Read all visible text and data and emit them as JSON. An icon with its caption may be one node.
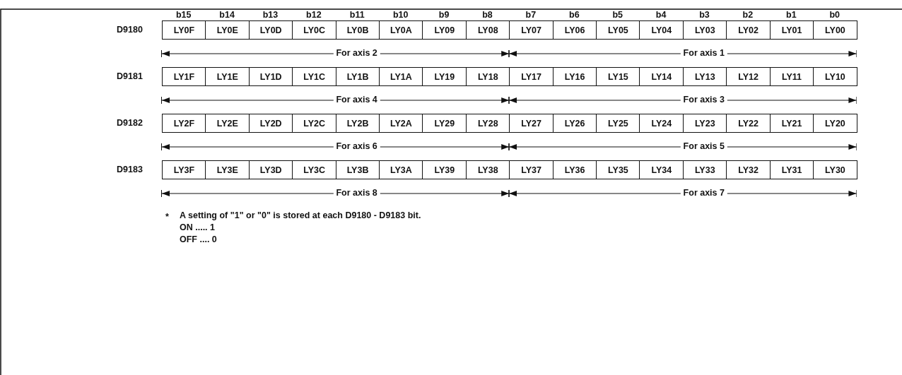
{
  "diagram": {
    "labels": [
      "b15",
      "b14",
      "b13",
      "b12",
      "b11",
      "b10",
      "b9",
      "b8",
      "b7",
      "b6",
      "b5",
      "b4",
      "b3",
      "b2",
      "b1",
      "b0",
      "D9180",
      "LY0F",
      "LY0E",
      "LY0D",
      "LY0C",
      "LY0B",
      "LY0A",
      "LY09",
      "LY08",
      "LY07",
      "LY06",
      "LY05",
      "LY04",
      "LY03",
      "LY02",
      "LY01",
      "LY00",
      "For axis 2",
      "For axis 1",
      "D9181",
      "LY1F",
      "LY1E",
      "LY1D",
      "LY1C",
      "LY1B",
      "LY1A",
      "LY19",
      "LY18",
      "LY17",
      "LY16",
      "LY15",
      "LY14",
      "LY13",
      "LY12",
      "LY11",
      "LY10",
      "For axis 4",
      "For axis 3",
      "D9182",
      "LY2F",
      "LY2E",
      "LY2D",
      "LY2C",
      "LY2B",
      "LY2A",
      "LY29",
      "LY28",
      "LY27",
      "LY26",
      "LY25",
      "LY24",
      "LY23",
      "LY22",
      "LY21",
      "LY20",
      "For axis 6",
      "For axis 5",
      "D9183",
      "LY3F",
      "LY3E",
      "LY3D",
      "LY3C",
      "LY3B",
      "LY3A",
      "LY39",
      "LY38",
      "LY37",
      "LY36",
      "LY35",
      "LY34",
      "LY33",
      "LY32",
      "LY31",
      "LY30",
      "For axis 8",
      "For axis 7",
      "*",
      "A setting of \"1\" or \"0\" is stored at each D9180 - D9183 bit.",
      "ON ..... 1",
      "OFF .... 0"
    ]
  }
}
